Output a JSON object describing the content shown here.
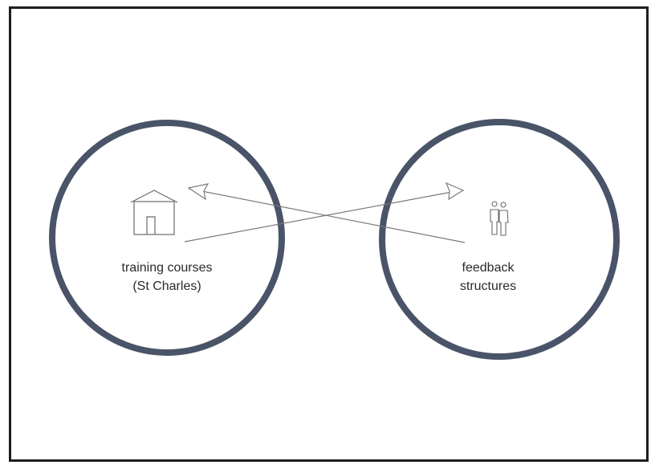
{
  "diagram": {
    "nodes": [
      {
        "id": "training-courses",
        "icon": "house-icon",
        "label_line1": "training courses",
        "label_line2": "(St Charles)"
      },
      {
        "id": "feedback-structures",
        "icon": "people-icon",
        "label_line1": "feedback",
        "label_line2": "structures"
      }
    ],
    "edges": [
      {
        "from": "training-courses",
        "to": "feedback-structures"
      },
      {
        "from": "feedback-structures",
        "to": "training-courses"
      }
    ],
    "colors": {
      "circle_stroke": "#4a5468",
      "arrow_stroke": "#7a7a7a",
      "icon_stroke": "#6a6a6a",
      "frame": "#1e1e1e",
      "text": "#2a2a2a"
    }
  }
}
